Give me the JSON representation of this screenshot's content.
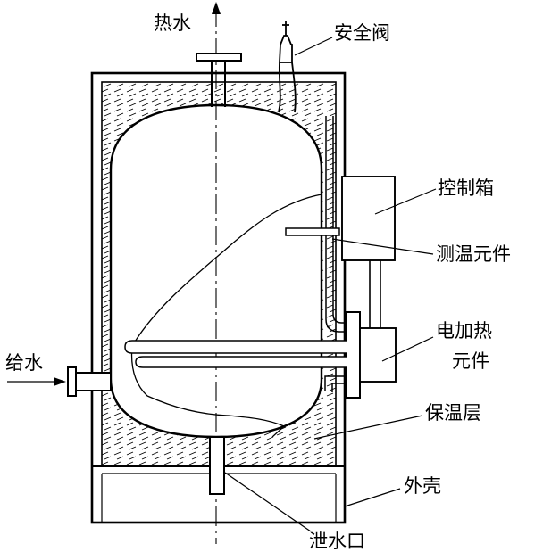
{
  "colors": {
    "ink": "#000000",
    "paper": "#ffffff"
  },
  "labels": {
    "hot_water": "热水",
    "safety_valve": "安全阀",
    "control_box": "控制箱",
    "temp_sensor": "测温元件",
    "heater_line1": "电加热",
    "heater_line2": "元件",
    "insulation": "保温层",
    "inlet": "给水",
    "shell": "外壳",
    "drain": "泄水口"
  }
}
